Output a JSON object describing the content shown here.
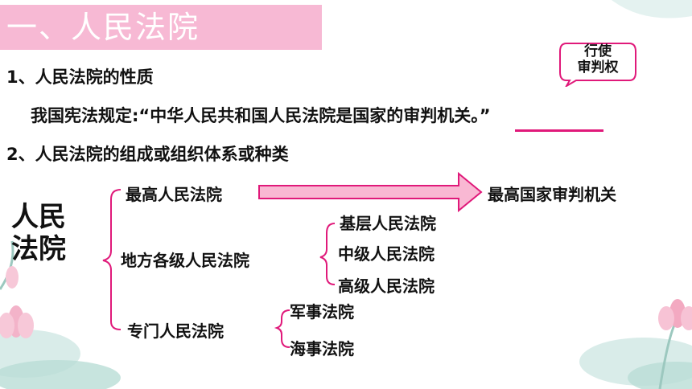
{
  "header": {
    "title": "一、人民法院"
  },
  "section1": {
    "heading": "1、人民法院的性质",
    "statement": "我国宪法规定:“中华人民共和国人民法院是国家的审判机关。”",
    "callout_line1": "行使",
    "callout_line2": "审判权"
  },
  "section2": {
    "heading": "2、人民法院的组成或组织体系或种类"
  },
  "tree": {
    "root_line1": "人民",
    "root_line2": "法院",
    "supreme": "最高人民法院",
    "supreme_role": "最高国家审判机关",
    "local": "地方各级人民法院",
    "local_children": [
      "基层人民法院",
      "中级人民法院",
      "高级人民法院"
    ],
    "special": "专门人民法院",
    "special_children": [
      "军事法院",
      "海事法院"
    ]
  },
  "colors": {
    "title_bar": "#f7b9d4",
    "accent_magenta": "#e0197a",
    "arrow_fill": "#f9b8d3",
    "bracket": "#e0197a"
  }
}
